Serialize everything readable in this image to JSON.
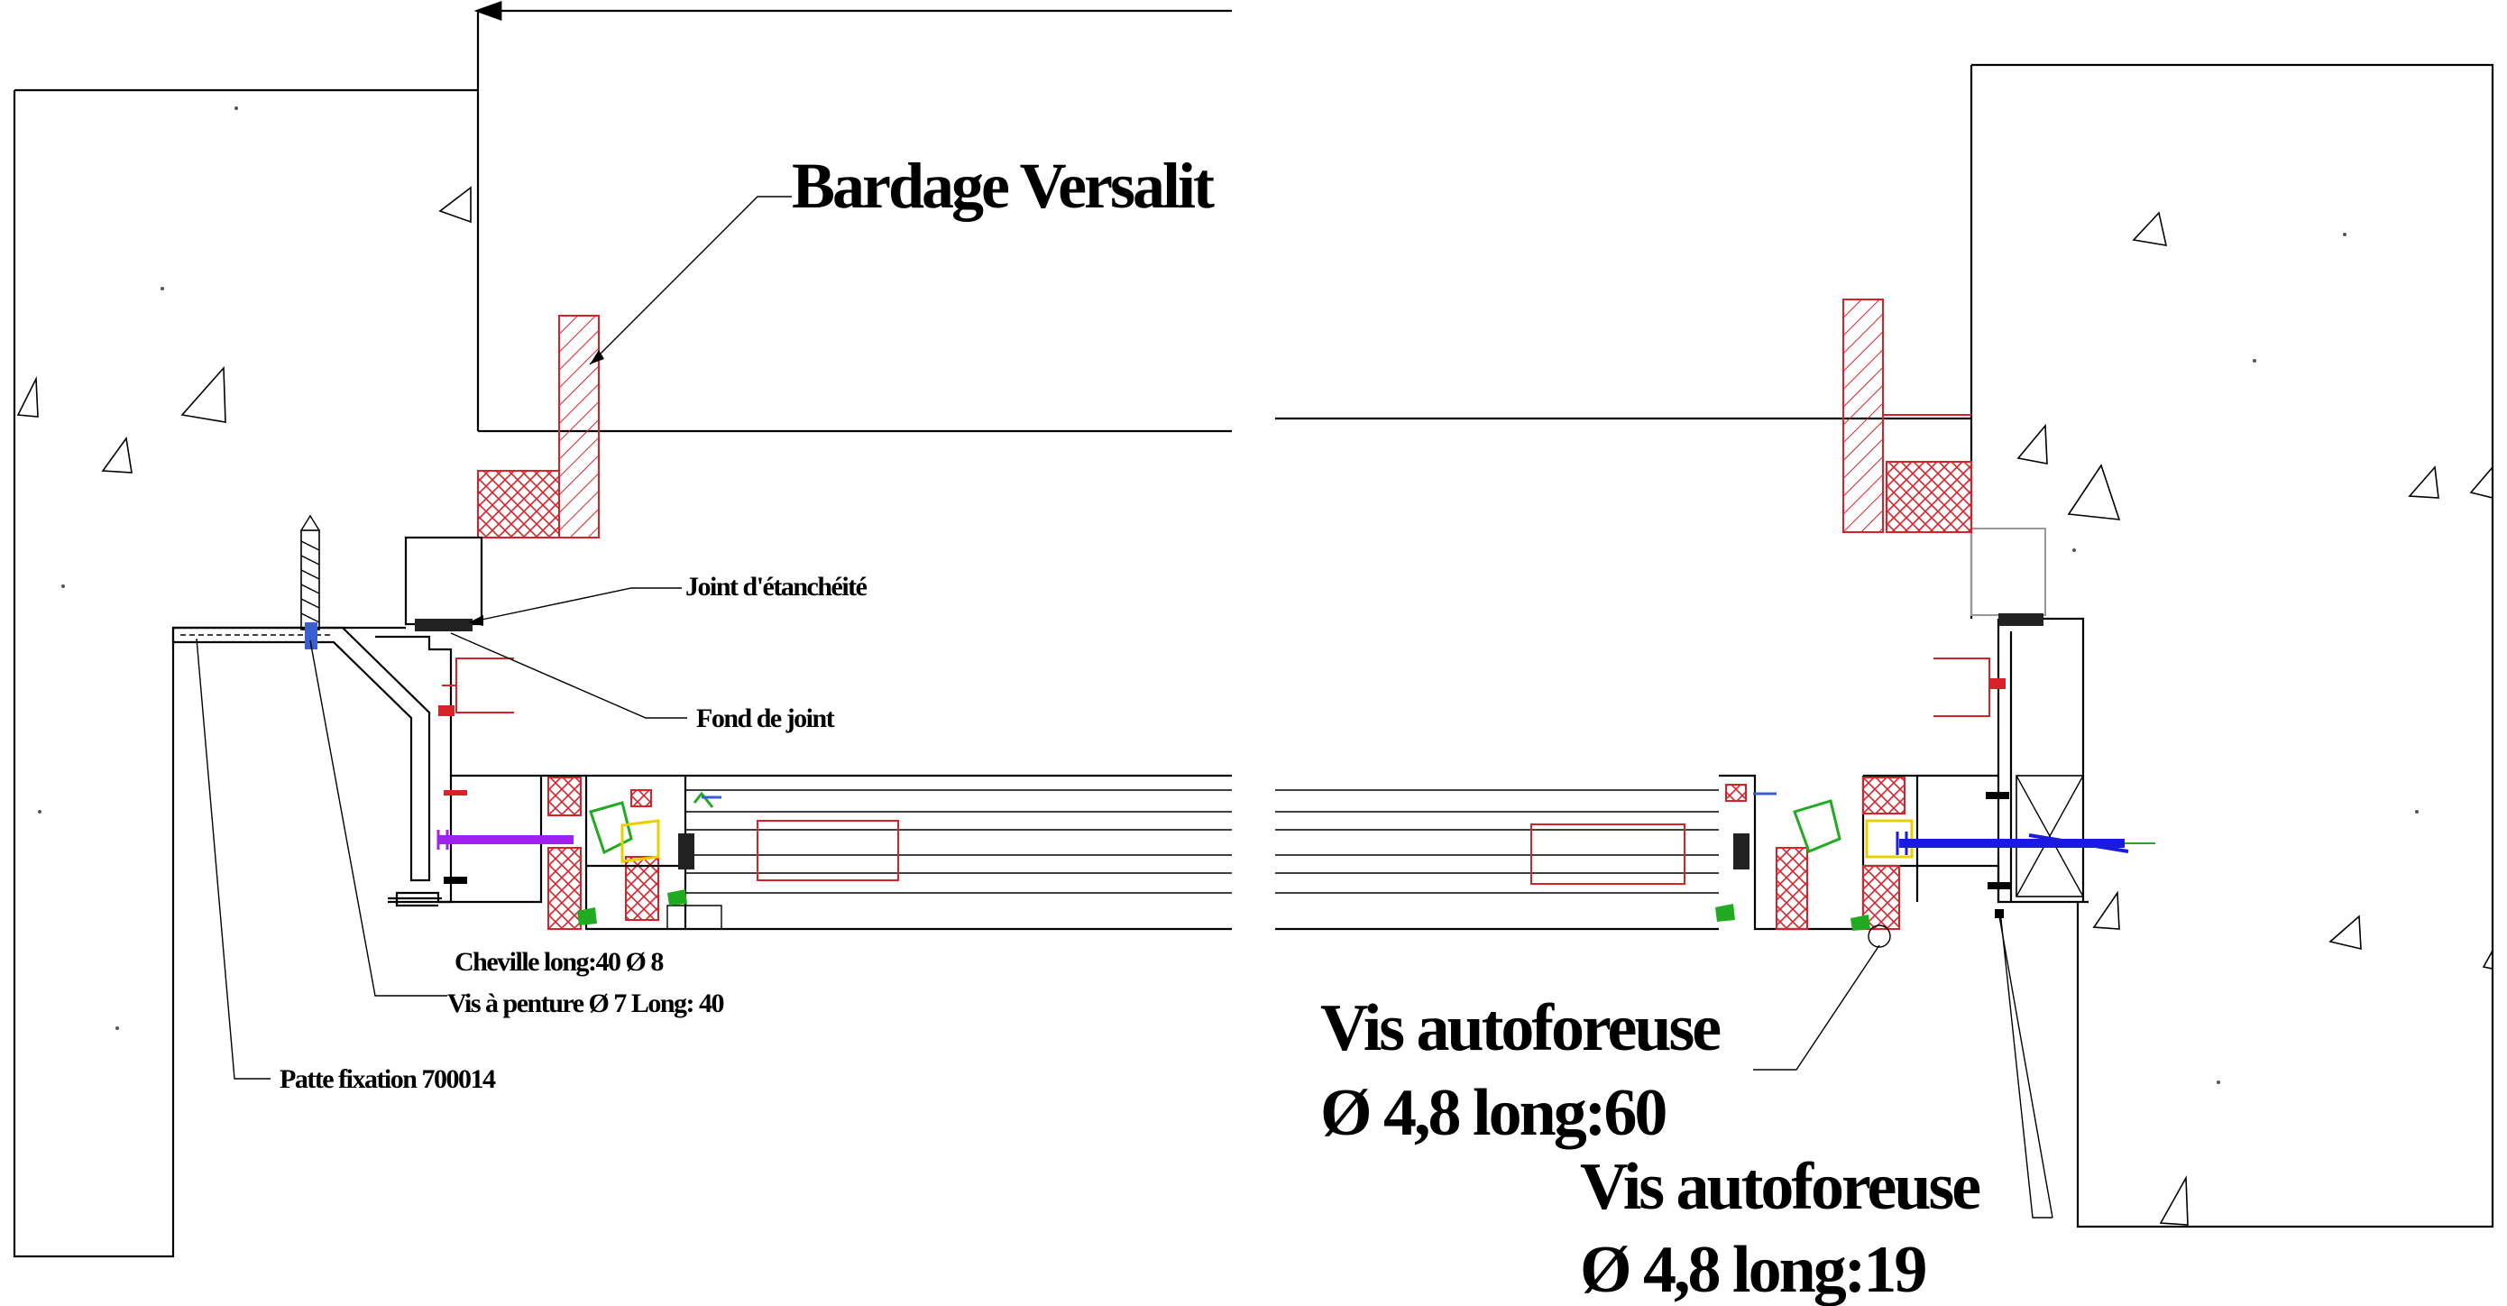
{
  "labels": {
    "bardage": "Bardage Versalit",
    "joint_etancheite": "Joint d'étanchéité",
    "fond_de_joint": "Fond de joint",
    "cheville": "Cheville long:40 Ø 8",
    "vis_penture": "Vis à penture Ø 7 Long: 40",
    "patte_fixation": "Patte fixation 700014",
    "vis_autoforeuse_1_line1": "Vis autoforeuse",
    "vis_autoforeuse_1_line2": "Ø 4,8 long:60",
    "vis_autoforeuse_2_line1": "Vis autoforeuse",
    "vis_autoforeuse_2_line2": "Ø 4,8 long:19"
  },
  "colors": {
    "outline": "#000000",
    "insulation_red": "#d8222a",
    "screw_purple": "#a020f0",
    "screw_blue": "#1a1ae0",
    "screw_lightblue": "#3a5fd0",
    "gasket_green": "#22aa22",
    "thermal_yellow": "#e8d000"
  }
}
